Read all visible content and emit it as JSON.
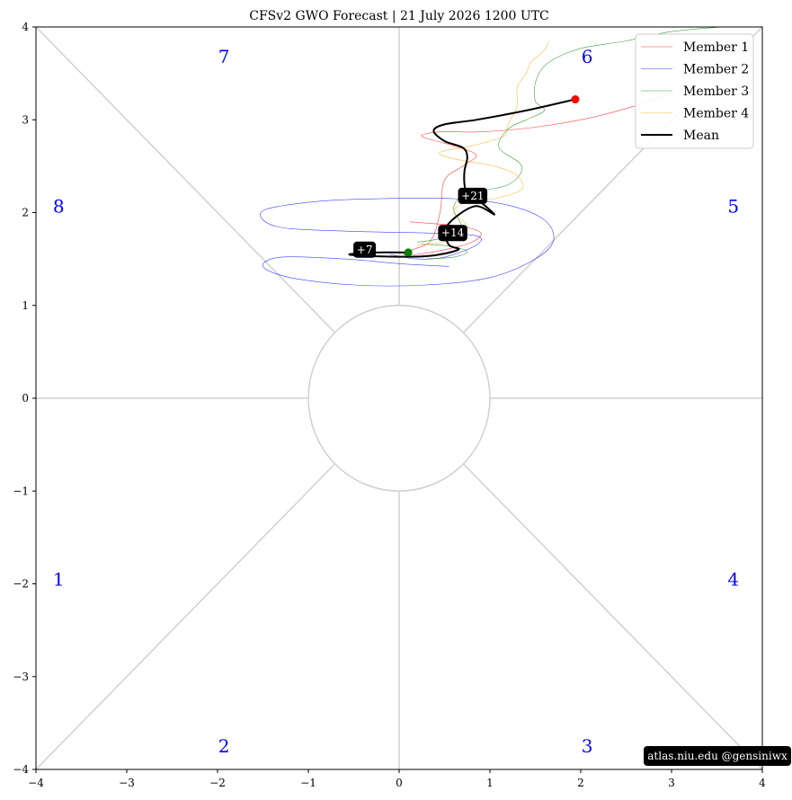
{
  "chart_data": {
    "type": "line",
    "title": "CFSv2 GWO Forecast   |   21  July  2026 1200 UTC",
    "xlim": [
      -4,
      4
    ],
    "ylim": [
      -4,
      4
    ],
    "x_ticks": [
      "−4",
      "−3",
      "−2",
      "−1",
      "0",
      "1",
      "2",
      "3",
      "4"
    ],
    "y_ticks": [
      "−4",
      "−3",
      "−2",
      "−1",
      "0",
      "1",
      "2",
      "3",
      "4"
    ],
    "phase_labels": [
      {
        "label": "1",
        "x": -3.75,
        "y": -1.95
      },
      {
        "label": "2",
        "x": -1.93,
        "y": -3.75
      },
      {
        "label": "3",
        "x": 2.07,
        "y": -3.75
      },
      {
        "label": "4",
        "x": 3.68,
        "y": -1.95
      },
      {
        "label": "5",
        "x": 3.68,
        "y": 2.07
      },
      {
        "label": "6",
        "x": 2.07,
        "y": 3.68
      },
      {
        "label": "7",
        "x": -1.93,
        "y": 3.68
      },
      {
        "label": "8",
        "x": -3.75,
        "y": 2.07
      }
    ],
    "legend_position": "top-right",
    "series": [
      {
        "name": "Member 1",
        "color": "#ff0000",
        "line": "thin",
        "x": [
          0.12,
          0.4,
          0.7,
          0.9,
          0.8,
          0.5,
          0.2,
          0.05,
          0.15,
          0.35,
          0.45,
          0.5,
          0.7,
          0.85,
          0.6,
          0.25,
          0.45,
          0.9,
          1.5,
          2.1,
          2.6,
          2.9,
          3.0
        ],
        "y": [
          1.9,
          1.88,
          1.85,
          1.78,
          1.68,
          1.6,
          1.55,
          1.55,
          1.6,
          1.7,
          2.0,
          2.35,
          2.5,
          2.62,
          2.72,
          2.82,
          2.87,
          2.87,
          2.92,
          3.02,
          3.15,
          3.25,
          3.3
        ]
      },
      {
        "name": "Member 2",
        "color": "#0000ff",
        "line": "thin",
        "x": [
          0.55,
          0.0,
          -0.6,
          -1.3,
          -1.5,
          -1.2,
          -0.5,
          0.3,
          1.0,
          1.5,
          1.7,
          1.6,
          1.2,
          0.6,
          -0.2,
          -0.9,
          -1.5,
          -1.35,
          -0.6,
          0.3,
          0.85,
          0.85,
          0.5,
          0.2,
          -0.1
        ],
        "y": [
          1.42,
          1.45,
          1.5,
          1.52,
          1.42,
          1.3,
          1.22,
          1.22,
          1.3,
          1.5,
          1.7,
          1.92,
          2.08,
          2.15,
          2.15,
          2.12,
          2.02,
          1.85,
          1.8,
          1.78,
          1.75,
          1.65,
          1.52,
          1.5,
          1.55
        ]
      },
      {
        "name": "Member 3",
        "color": "#008000",
        "line": "thin",
        "x": [
          0.2,
          0.45,
          0.7,
          0.6,
          0.75,
          1.2,
          1.35,
          1.1,
          1.2,
          1.4,
          1.6,
          1.5,
          1.5,
          1.6,
          1.8,
          2.05,
          2.5,
          3.0,
          3.55
        ],
        "y": [
          1.68,
          1.72,
          1.8,
          2.05,
          2.2,
          2.3,
          2.5,
          2.7,
          2.9,
          3.0,
          3.1,
          3.2,
          3.4,
          3.58,
          3.7,
          3.78,
          3.85,
          3.95,
          4.0
        ],
        "x2": [
          0.3,
          0.6,
          0.75,
          0.55,
          0.25
        ],
        "y2": [
          1.5,
          1.52,
          1.58,
          1.64,
          1.66
        ]
      },
      {
        "name": "Member 4",
        "color": "#ffa500",
        "line": "thin",
        "x": [
          0.2,
          0.55,
          0.75,
          0.6,
          0.75,
          1.05,
          1.35,
          1.3,
          1.05,
          0.6,
          0.45,
          0.8,
          1.15,
          1.2,
          1.3,
          1.3,
          1.4,
          1.45,
          1.6,
          1.65
        ],
        "y": [
          1.65,
          1.7,
          1.85,
          2.0,
          2.12,
          2.15,
          2.25,
          2.4,
          2.5,
          2.58,
          2.65,
          2.72,
          2.82,
          2.95,
          3.15,
          3.35,
          3.5,
          3.62,
          3.75,
          3.85
        ]
      },
      {
        "name": "Mean",
        "color": "#000000",
        "line": "thick",
        "x": [
          0.1,
          -0.25,
          -0.55,
          -0.3,
          0.3,
          0.65,
          0.55,
          0.5,
          0.62,
          0.85,
          1.05,
          0.85,
          0.75,
          0.72,
          0.72,
          0.75,
          0.7,
          0.5,
          0.38,
          0.5,
          0.85,
          1.4,
          1.94
        ],
        "y": [
          1.57,
          1.57,
          1.55,
          1.53,
          1.53,
          1.6,
          1.65,
          1.8,
          1.95,
          2.07,
          1.98,
          2.15,
          2.22,
          2.3,
          2.45,
          2.6,
          2.7,
          2.77,
          2.88,
          2.95,
          3.0,
          3.1,
          3.22
        ]
      }
    ],
    "mean_start": {
      "x": 0.1,
      "y": 1.57,
      "color": "#008000"
    },
    "mean_end": {
      "x": 1.94,
      "y": 3.22,
      "color": "#ff0000"
    },
    "lead_labels": [
      {
        "label": "+7",
        "x": -0.38,
        "y": 1.6
      },
      {
        "label": "+14",
        "x": 0.59,
        "y": 1.78
      },
      {
        "label": "+21",
        "x": 0.81,
        "y": 2.18
      }
    ],
    "credit": "atlas.niu.edu  @gensiniwx"
  }
}
